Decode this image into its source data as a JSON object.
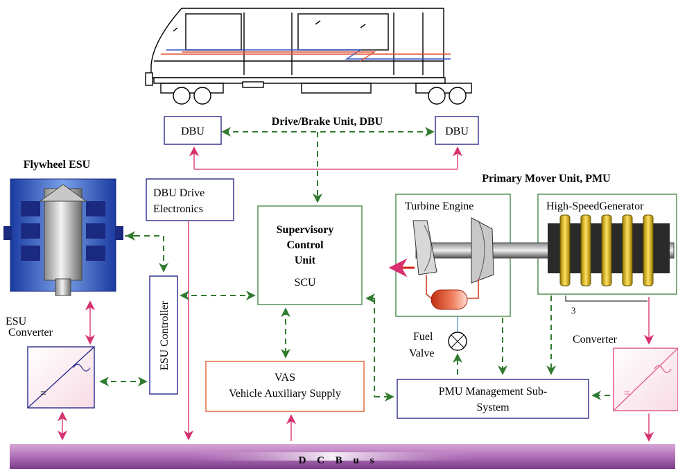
{
  "labels": {
    "dbu_title": "Drive/Brake Unit, DBU",
    "dbu_left": "DBU",
    "dbu_right": "DBU",
    "flywheel_esu": "Flywheel ESU",
    "dbu_drive_l1": "DBU Drive",
    "dbu_drive_l2": "Electronics",
    "scu_l1": "Supervisory",
    "scu_l2": "Control",
    "scu_l3": "Unit",
    "scu_l4": "SCU",
    "pmu_title": "Primary Mover Unit, PMU",
    "turbine": "Turbine Engine",
    "generator": "High-SpeedGenerator",
    "esu_conv_l1": "ESU",
    "esu_conv_l2": "Converter",
    "esu_controller": "ESU  Controller",
    "fuel_l1": "Fuel",
    "fuel_l2": "Valve",
    "converter": "Converter",
    "vas_l1": "VAS",
    "vas_l2": "Vehicle Auxiliary Supply",
    "pmu_mgmt_l1": "PMU Management Sub-",
    "pmu_mgmt_l2": "System",
    "dc_bus": "D C  B u s",
    "phase_count": "3"
  },
  "colors": {
    "control_link": "#2f7a2f",
    "power_link": "#e05080",
    "dc_bus": "#b070b8",
    "box_blue": "#2a2a8a",
    "box_green": "#4a8a4a",
    "box_orange": "#e06030",
    "flywheel": "#3050b0"
  },
  "icons": [
    "train-icon",
    "flywheel-icon",
    "turbine-icon",
    "generator-icon",
    "fuel-valve-icon",
    "converter-icon"
  ]
}
